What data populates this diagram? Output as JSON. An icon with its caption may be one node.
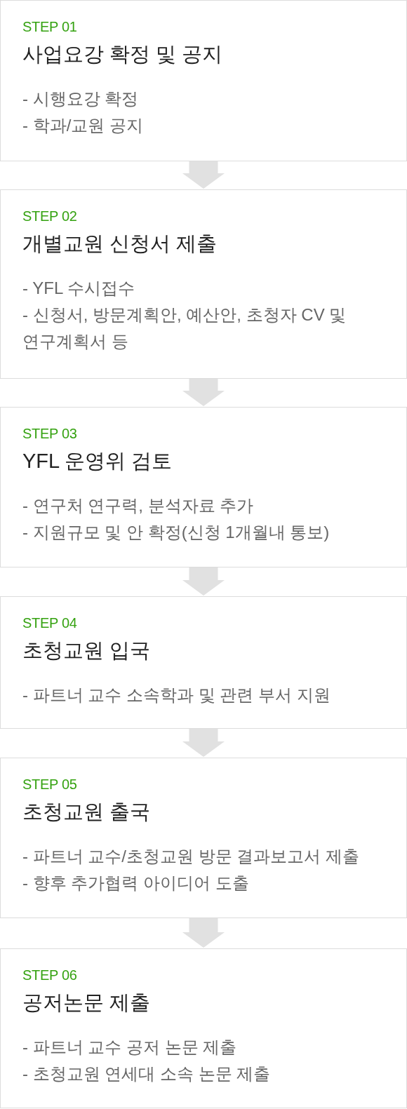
{
  "diagram": {
    "nodes": [
      {
        "text": [
          "STEP 01",
          "사업요강 확정 및 공지",
          "- 시행요강 확정",
          "- 학과/교원 공지"
        ]
      },
      {
        "text": [
          "STEP 02",
          "개별교원 신청서 제출",
          "- YFL 수시접수",
          "- 신청서, 방문계획안, 예산안, 초청자 CV 및 연구계획서 등"
        ]
      },
      {
        "text": [
          "STEP 03",
          "YFL 운영위 검토",
          "- 연구처 연구력, 분석자료 추가",
          "- 지원규모 및 안 확정(신청 1개월내 통보)"
        ]
      },
      {
        "text": [
          "STEP 04",
          "초청교원 입국",
          "- 파트너 교수 소속학과 및 관련 부서 지원"
        ]
      },
      {
        "text": [
          "STEP 05",
          "초청교원 출국",
          "- 파트너 교수/초청교원 방문 결과보고서 제출",
          "- 향후 추가협력 아이디어 도출"
        ]
      },
      {
        "text": [
          "STEP 06",
          "공저논문 제출",
          "- 파트너 교수 공저 논문 제출",
          "- 초청교원 연세대 소속 논문 제출"
        ]
      }
    ],
    "edges": [
      {
        "from": 0,
        "to": 1,
        "arrow": "to"
      },
      {
        "from": 1,
        "to": 2,
        "arrow": "to"
      },
      {
        "from": 2,
        "to": 3,
        "arrow": "to"
      },
      {
        "from": 3,
        "to": 4,
        "arrow": "to"
      },
      {
        "from": 4,
        "to": 5,
        "arrow": "to"
      }
    ]
  }
}
